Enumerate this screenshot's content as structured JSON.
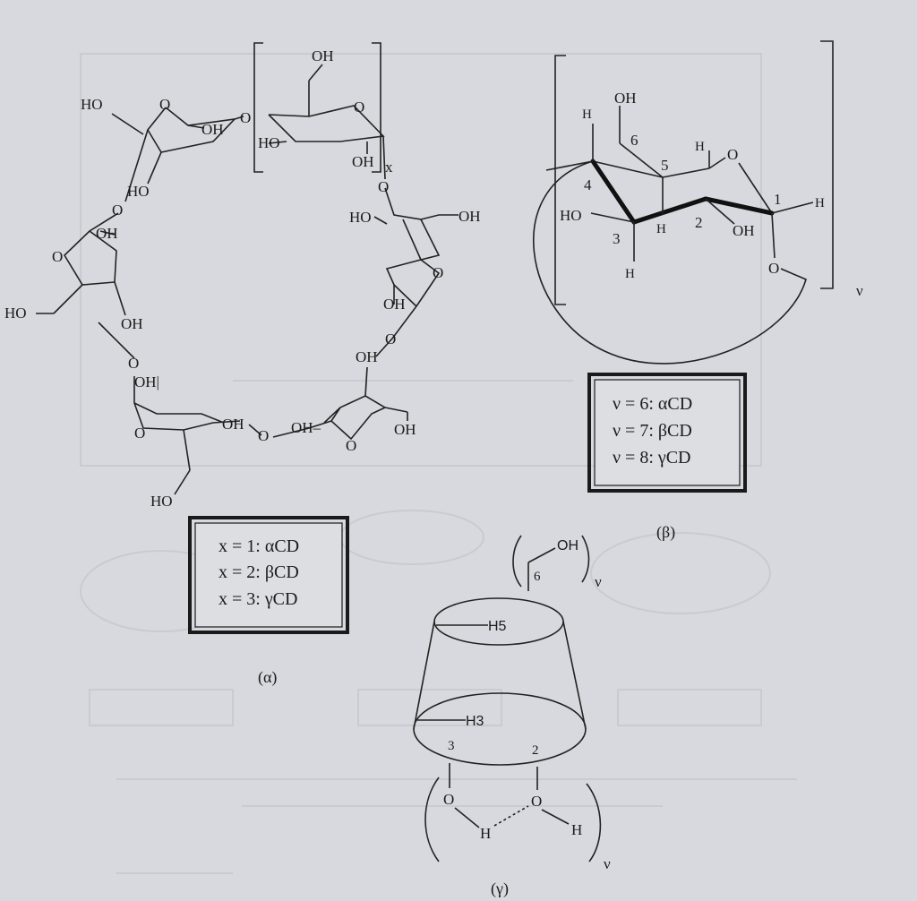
{
  "panels": {
    "alpha": {
      "caption": "(α)",
      "repeat_index": "x",
      "legend": [
        "x = 1: αCD",
        "x = 2: βCD",
        "x = 3: γCD"
      ],
      "labels": {
        "ho": "HO",
        "oh": "OH",
        "oh_bar": "OH|",
        "oh_dash": "OH–",
        "o": "O"
      }
    },
    "beta": {
      "caption": "(β)",
      "repeat_index": "ν",
      "legend": [
        "ν = 6: αCD",
        "ν = 7: βCD",
        "ν = 8: γCD"
      ],
      "atom_numbers": [
        "1",
        "2",
        "3",
        "4",
        "5",
        "6"
      ],
      "labels": {
        "oh": "OH",
        "ho": "HO",
        "h": "H",
        "o": "O"
      }
    },
    "gamma": {
      "caption": "(γ)",
      "repeat_index": "ν",
      "labels": {
        "oh": "OH",
        "h5": "H5",
        "h3": "H3",
        "num6": "6",
        "num3": "3",
        "num2": "2",
        "o": "O",
        "h": "H"
      }
    }
  },
  "colors": {
    "background": "#d7d9de",
    "ink": "#1b1b1b",
    "ghost_text": "#c6c8cd"
  }
}
